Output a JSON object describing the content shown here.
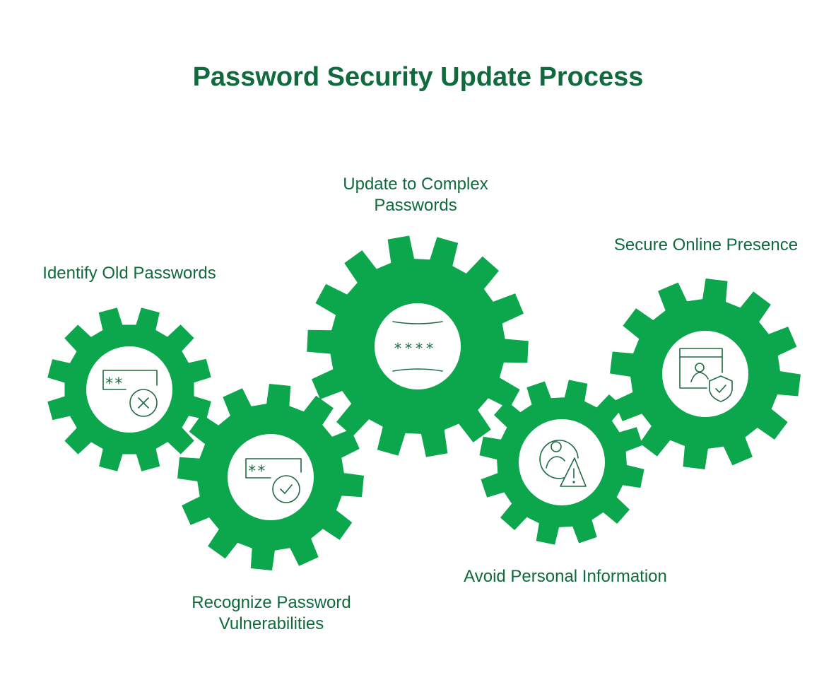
{
  "title": "Password Security Update Process",
  "colors": {
    "gear": "#0ca64d",
    "text": "#0f6a3d",
    "icon": "#1e6b42",
    "background": "#ffffff"
  },
  "steps": [
    {
      "label": "Identify Old Passwords",
      "icon": "password-x-icon"
    },
    {
      "label": "Recognize Password\nVulnerabilities",
      "icon": "password-check-icon"
    },
    {
      "label": "Update to Complex\nPasswords",
      "icon": "masked-password-icon"
    },
    {
      "label": "Avoid Personal Information",
      "icon": "user-warning-icon"
    },
    {
      "label": "Secure Online Presence",
      "icon": "secure-profile-icon"
    }
  ]
}
